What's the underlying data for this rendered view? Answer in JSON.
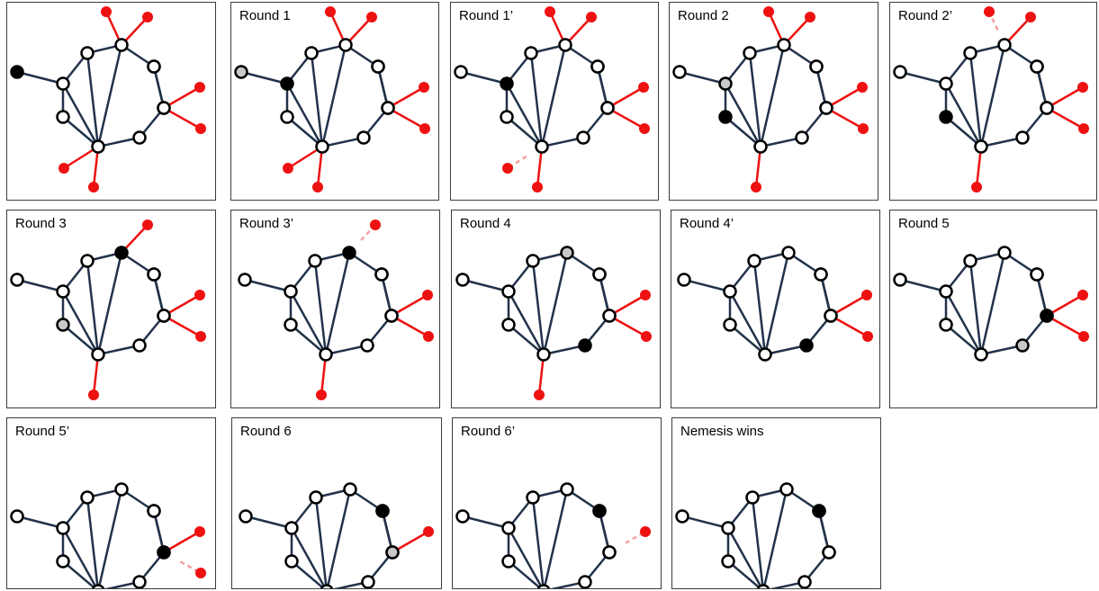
{
  "colors": {
    "edge": "#22324a",
    "leaf": "#ee1111",
    "fading_leaf": "#f4a0a0",
    "node_fill": "#ffffff",
    "node_stroke": "#000000",
    "occupied": "#000000",
    "visited": "#c8c8c8"
  },
  "graph": {
    "nodes": [
      "n0",
      "n1",
      "n2",
      "n3",
      "n4",
      "n5",
      "n6",
      "n7",
      "n8",
      "n9",
      "n10"
    ],
    "edges": [
      [
        "n0",
        "n1"
      ],
      [
        "n1",
        "n2"
      ],
      [
        "n2",
        "n3"
      ],
      [
        "n1",
        "n9"
      ],
      [
        "n1",
        "n10"
      ],
      [
        "n2",
        "n9"
      ],
      [
        "n3",
        "n9"
      ],
      [
        "n3",
        "n4"
      ],
      [
        "n4",
        "n5"
      ],
      [
        "n5",
        "n6"
      ],
      [
        "n6",
        "n7"
      ],
      [
        "n7",
        "n8"
      ],
      [
        "n8",
        "n9"
      ],
      [
        "n9",
        "n10"
      ]
    ]
  },
  "panels": [
    {
      "title": "",
      "black": "n0",
      "gray": [],
      "solid_leaves": [
        "a1",
        "a2",
        "c1",
        "c2",
        "b1",
        "b2"
      ],
      "faded_leaves": []
    },
    {
      "title": "Round 1",
      "black": "n1",
      "gray": [
        "n0"
      ],
      "solid_leaves": [
        "a1",
        "a2",
        "c1",
        "c2",
        "b1",
        "b2"
      ],
      "faded_leaves": []
    },
    {
      "title": "Round 1’",
      "black": "n1",
      "gray": [],
      "solid_leaves": [
        "a1",
        "a2",
        "c1",
        "c2",
        "b2"
      ],
      "faded_leaves": [
        "b1"
      ]
    },
    {
      "title": "Round 2",
      "black": "n10",
      "gray": [
        "n1"
      ],
      "solid_leaves": [
        "a1",
        "a2",
        "c1",
        "c2",
        "b2"
      ],
      "faded_leaves": []
    },
    {
      "title": "Round 2’",
      "black": "n10",
      "gray": [],
      "solid_leaves": [
        "a2",
        "c1",
        "c2",
        "b2"
      ],
      "faded_leaves": [
        "a1"
      ]
    },
    {
      "title": "Round 3",
      "black": "n3",
      "gray": [
        "n10"
      ],
      "solid_leaves": [
        "a2",
        "c1",
        "c2",
        "b2"
      ],
      "faded_leaves": []
    },
    {
      "title": "Round 3’",
      "black": "n3",
      "gray": [],
      "solid_leaves": [
        "c1",
        "c2",
        "b2"
      ],
      "faded_leaves": [
        "a2"
      ]
    },
    {
      "title": "Round 4",
      "black": "n8",
      "gray": [
        "n3"
      ],
      "solid_leaves": [
        "c1",
        "c2",
        "b2"
      ],
      "faded_leaves": []
    },
    {
      "title": "Round 4’",
      "black": "n8",
      "gray": [],
      "solid_leaves": [
        "c1",
        "c2"
      ],
      "faded_leaves": []
    },
    {
      "title": "Round 5",
      "black": "n7",
      "gray": [
        "n8"
      ],
      "solid_leaves": [
        "c1",
        "c2"
      ],
      "faded_leaves": []
    },
    {
      "title": "Round 5’",
      "black": "n7",
      "gray": [],
      "solid_leaves": [
        "c1"
      ],
      "faded_leaves": [
        "c2"
      ]
    },
    {
      "title": "Round 6",
      "black": "n6",
      "gray": [
        "n7"
      ],
      "solid_leaves": [
        "c1"
      ],
      "faded_leaves": []
    },
    {
      "title": "Round 6’",
      "black": "n6",
      "gray": [],
      "solid_leaves": [],
      "faded_leaves": [
        "c1"
      ]
    },
    {
      "title": "Nemesis wins",
      "black": "n6",
      "gray": [],
      "solid_leaves": [],
      "faded_leaves": []
    }
  ]
}
